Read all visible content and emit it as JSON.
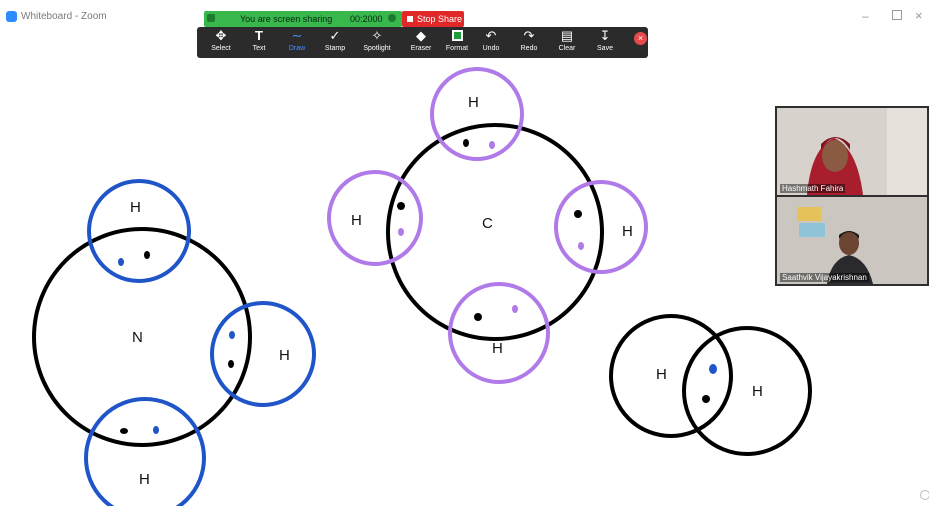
{
  "window": {
    "title": "Whiteboard - Zoom"
  },
  "share_banner": {
    "status_text": "You are screen sharing",
    "id_text": "00:2000",
    "stop_label": "Stop Share"
  },
  "toolbar": {
    "tools": [
      {
        "label": "Select",
        "icon": "move-icon",
        "glyph": "✥"
      },
      {
        "label": "Text",
        "icon": "text-icon",
        "glyph": "T"
      },
      {
        "label": "Draw",
        "icon": "draw-icon",
        "glyph": "∼"
      },
      {
        "label": "Stamp",
        "icon": "stamp-icon",
        "glyph": "✓"
      },
      {
        "label": "Spotlight",
        "icon": "spotlight-icon",
        "glyph": "✧"
      },
      {
        "label": "Eraser",
        "icon": "eraser-icon",
        "glyph": "◆"
      },
      {
        "label": "Format",
        "icon": "format-icon",
        "glyph": ""
      },
      {
        "label": "Undo",
        "icon": "undo-icon",
        "glyph": "↶"
      },
      {
        "label": "Redo",
        "icon": "redo-icon",
        "glyph": "↷"
      },
      {
        "label": "Clear",
        "icon": "trash-icon",
        "glyph": "▤"
      },
      {
        "label": "Save",
        "icon": "save-icon",
        "glyph": "↧"
      }
    ],
    "active_tool": "Draw",
    "format_color": "#1f9e3a"
  },
  "whiteboard": {
    "labels": {
      "ammonia_center": "N",
      "ammonia_h_top": "H",
      "ammonia_h_right": "H",
      "ammonia_h_bottom": "H",
      "methane_center": "C",
      "methane_h_top": "H",
      "methane_h_left": "H",
      "methane_h_right": "H",
      "methane_h_bottom": "H",
      "hydrogen_left": "H",
      "hydrogen_right": "H"
    },
    "colors": {
      "outline": "#000000",
      "blue": "#1f55c9",
      "purple": "#b07ae8"
    }
  },
  "participants": [
    {
      "name": "Hashmath Fahira"
    },
    {
      "name": "Saathvik Vijayakrishnan"
    }
  ]
}
